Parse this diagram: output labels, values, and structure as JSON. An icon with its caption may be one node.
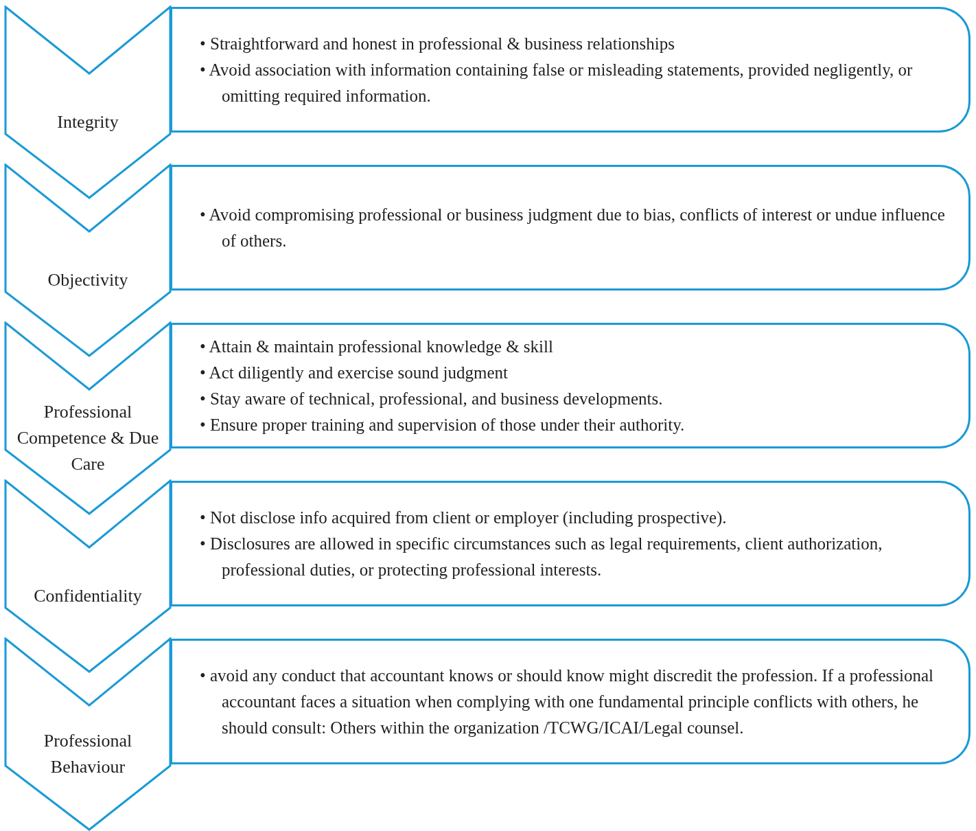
{
  "diagram": {
    "nodes": [
      {
        "text": [
          "Integrity"
        ]
      },
      {
        "text": [
          "• Straightforward and honest in professional & business relationships",
          "• Avoid association with information containing false or misleading statements, provided negligently, or omitting required information."
        ]
      },
      {
        "text": [
          "Objectivity"
        ]
      },
      {
        "text": [
          "• Avoid compromising professional or business judgment due to bias, conflicts of interest or undue influence of others."
        ]
      },
      {
        "text": [
          "Professional Competence & Due Care"
        ]
      },
      {
        "text": [
          "• Attain & maintain professional knowledge & skill",
          "• Act diligently and exercise sound judgment",
          "• Stay aware of technical, professional, and business developments.",
          "• Ensure proper training and supervision of those under their authority."
        ]
      },
      {
        "text": [
          "Confidentiality"
        ]
      },
      {
        "text": [
          "• Not disclose info acquired from client or employer (including prospective).",
          "• Disclosures are allowed in specific circumstances such as legal requirements, client authorization, professional duties, or protecting professional interests."
        ]
      },
      {
        "text": [
          "Professional Behaviour"
        ]
      },
      {
        "text": [
          "• avoid any conduct that accountant knows or should know might discredit the profession. If a professional accountant faces a situation when complying with one fundamental principle conflicts with others, he should consult: Others within the organization /TCWG/ICAI/Legal counsel."
        ]
      }
    ]
  }
}
